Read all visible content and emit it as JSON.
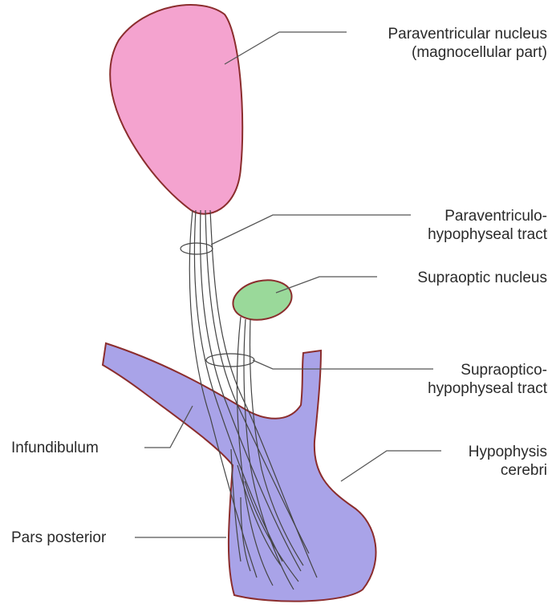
{
  "labels": {
    "paraventricular_nucleus": {
      "line1": "Paraventricular nucleus",
      "line2": "(magnocellular part)"
    },
    "paraventriculo_tract": {
      "line1": "Paraventriculo-",
      "line2": "hypophyseal tract"
    },
    "supraoptic_nucleus": {
      "line1": "Supraoptic nucleus"
    },
    "supraoptico_tract": {
      "line1": "Supraoptico-",
      "line2": "hypophyseal tract"
    },
    "infundibulum": {
      "line1": "Infundibulum"
    },
    "hypophysis": {
      "line1": "Hypophysis",
      "line2": "cerebri"
    },
    "pars_posterior": {
      "line1": "Pars posterior"
    }
  },
  "colors": {
    "paraventricular_fill": "#f4a3cf",
    "supraoptic_fill": "#9ad99a",
    "hypophysis_fill": "#a9a3e8",
    "outline": "#8b2d2d",
    "fiber": "#444444",
    "leader": "#555555"
  }
}
